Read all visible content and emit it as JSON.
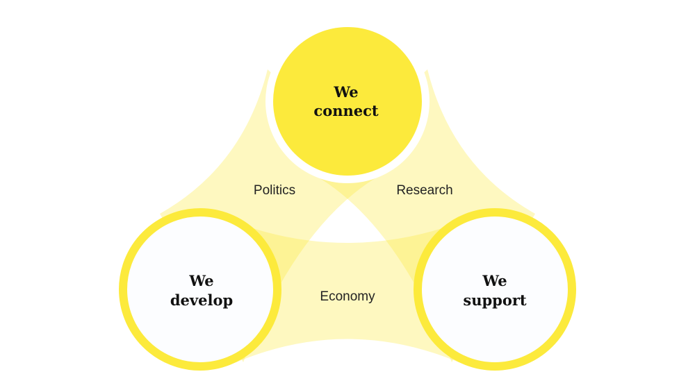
{
  "diagram": {
    "nodes": [
      {
        "line1": "We",
        "line2": "connect"
      },
      {
        "line1": "We",
        "line2": "develop"
      },
      {
        "line1": "We",
        "line2": "support"
      }
    ],
    "links": [
      {
        "label": "Politics"
      },
      {
        "label": "Research"
      },
      {
        "label": "Economy"
      }
    ]
  },
  "colors": {
    "accent": "#fcea3c",
    "band": "#fcea3c",
    "circle_fill": "#fcfdff"
  }
}
